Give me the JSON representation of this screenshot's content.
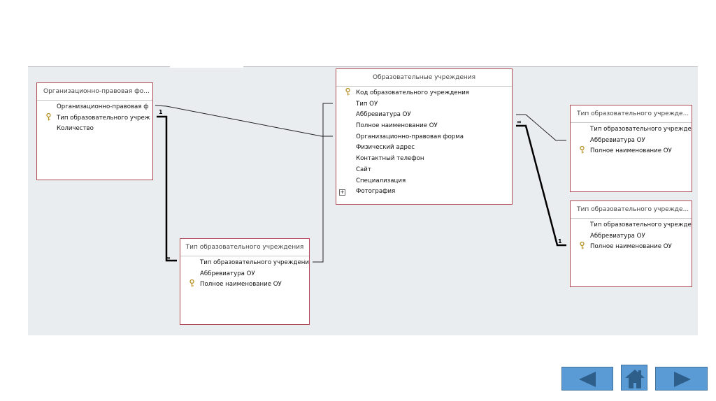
{
  "tables": [
    {
      "title": "Организационно-правовая фо...",
      "fields": [
        {
          "name": "Организационно-правовая ф",
          "key": false
        },
        {
          "name": "Тип образовательного учреж",
          "key": true
        },
        {
          "name": "Количество",
          "key": false
        }
      ]
    },
    {
      "title": "Образовательные учреждения",
      "fields": [
        {
          "name": "Код образовательного учреждения",
          "key": true
        },
        {
          "name": "Тип ОУ",
          "key": false
        },
        {
          "name": "Аббревиатура ОУ",
          "key": false
        },
        {
          "name": "Полное наименование ОУ",
          "key": false
        },
        {
          "name": "Организационно-правовая форма",
          "key": false
        },
        {
          "name": "Физический адрес",
          "key": false
        },
        {
          "name": "Контактный телефон",
          "key": false
        },
        {
          "name": "Сайт",
          "key": false
        },
        {
          "name": "Специализация",
          "key": false
        },
        {
          "name": "Фотография",
          "key": false,
          "expand": true
        }
      ]
    },
    {
      "title": "Тип образовательного учреждения",
      "fields": [
        {
          "name": "Тип образовательного учреждения",
          "key": false
        },
        {
          "name": "Аббревиатура ОУ",
          "key": false
        },
        {
          "name": "Полное наименование ОУ",
          "key": true
        }
      ]
    },
    {
      "title": "Тип образовательного учрежде...",
      "fields": [
        {
          "name": "Тип образовательного учрежде",
          "key": false
        },
        {
          "name": "Аббревиатура ОУ",
          "key": false
        },
        {
          "name": "Полное наименование ОУ",
          "key": true
        }
      ]
    },
    {
      "title": "Тип образовательного учрежде...",
      "fields": [
        {
          "name": "Тип образовательного учрежде",
          "key": false
        },
        {
          "name": "Аббревиатура ОУ",
          "key": false
        },
        {
          "name": "Полное наименование ОУ",
          "key": true
        }
      ]
    }
  ],
  "relations": {
    "one": "1",
    "many": "∞"
  },
  "nav": {
    "prev": "previous",
    "home": "home",
    "next": "next"
  }
}
